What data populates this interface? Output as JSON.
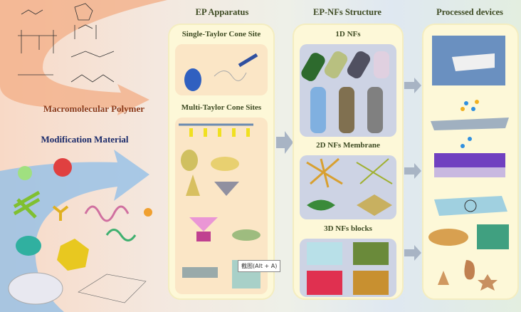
{
  "left": {
    "polymer_label": "Macromolecular Polymer",
    "modification_label": "Modification Material"
  },
  "columns": {
    "ep_apparatus": "EP Apparatus",
    "ep_nfs_structure": "EP-NFs Structure",
    "processed_devices": "Processed devices"
  },
  "ep_panel": {
    "single": "Single-Taylor Cone Site",
    "multi": "Multi-Taylor Cone Sites"
  },
  "nfs_panel": {
    "one_d": "1D NFs",
    "two_d": "2D NFs Membrane",
    "three_d": "3D NFs blocks"
  },
  "tooltip": "截图(Alt + A)",
  "colors": {
    "polymer_arrow": "#f0a070",
    "modification_arrow": "#6aa8e0",
    "polymer_text": "#8b3a1a",
    "modification_text": "#1a2a6a"
  }
}
